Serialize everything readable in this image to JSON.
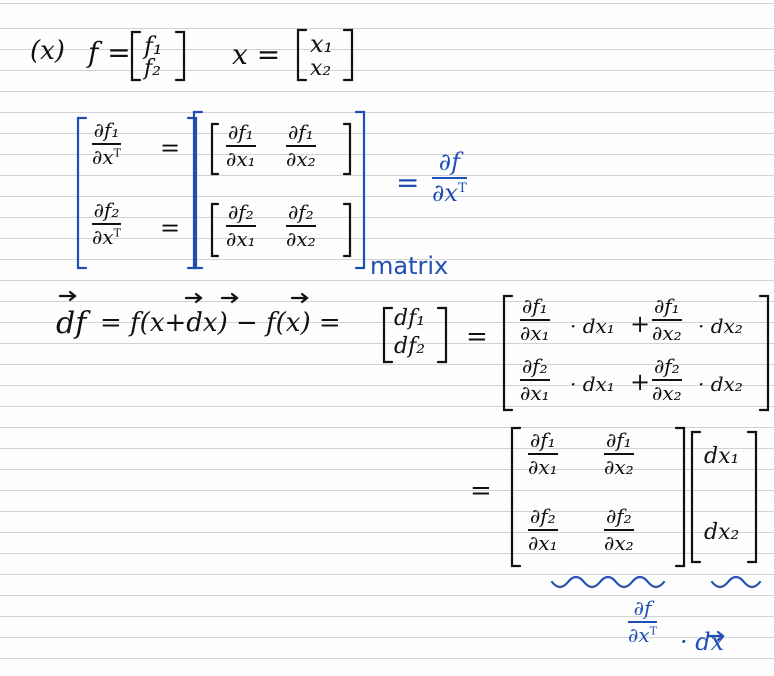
{
  "note": {
    "label": "(x)",
    "row1": {
      "f_def": "f =",
      "f1": "f₁",
      "f2": "f₂",
      "x_def": "x =",
      "x1": "x₁",
      "x2": "x₂"
    },
    "jacobian": {
      "r1_left_num": "∂f₁",
      "r1_left_den": "∂x",
      "r2_left_num": "∂f₂",
      "r2_left_den": "∂x",
      "sup_T": "T",
      "eq": "=",
      "m11_num": "∂f₁",
      "m11_den": "∂x₁",
      "m12_num": "∂f₁",
      "m12_den": "∂x₂",
      "m21_num": "∂f₂",
      "m21_den": "∂x₁",
      "m22_num": "∂f₂",
      "m22_den": "∂x₂",
      "result_num": "∂f",
      "result_den": "∂x",
      "matrix_word": "matrix"
    },
    "differential": {
      "lhs": "df",
      "expr": "= f(x+dx) − f(x) =",
      "v1": "df₁",
      "v2": "df₂",
      "eq": "=",
      "t1a_num": "∂f₁",
      "t1a_den": "∂x₁",
      "t1a_dx": "· dx₁",
      "plus": "+",
      "t1b_num": "∂f₁",
      "t1b_den": "∂x₂",
      "t1b_dx": "· dx₂",
      "t2a_num": "∂f₂",
      "t2a_den": "∂x₁",
      "t2a_dx": "· dx₁",
      "t2b_num": "∂f₂",
      "t2b_den": "∂x₂",
      "t2b_dx": "· dx₂"
    },
    "product": {
      "eq": "=",
      "a11_num": "∂f₁",
      "a11_den": "∂x₁",
      "a12_num": "∂f₁",
      "a12_den": "∂x₂",
      "a21_num": "∂f₂",
      "a21_den": "∂x₁",
      "a22_num": "∂f₂",
      "a22_den": "∂x₂",
      "dx1": "dx₁",
      "dx2": "dx₂",
      "final_num": "∂f",
      "final_den": "∂x",
      "final_tail": "· dx"
    }
  },
  "colors": {
    "ink": "#111111",
    "blue_ink": "#1f4fb5",
    "rule_line": "#d2d2d2"
  }
}
